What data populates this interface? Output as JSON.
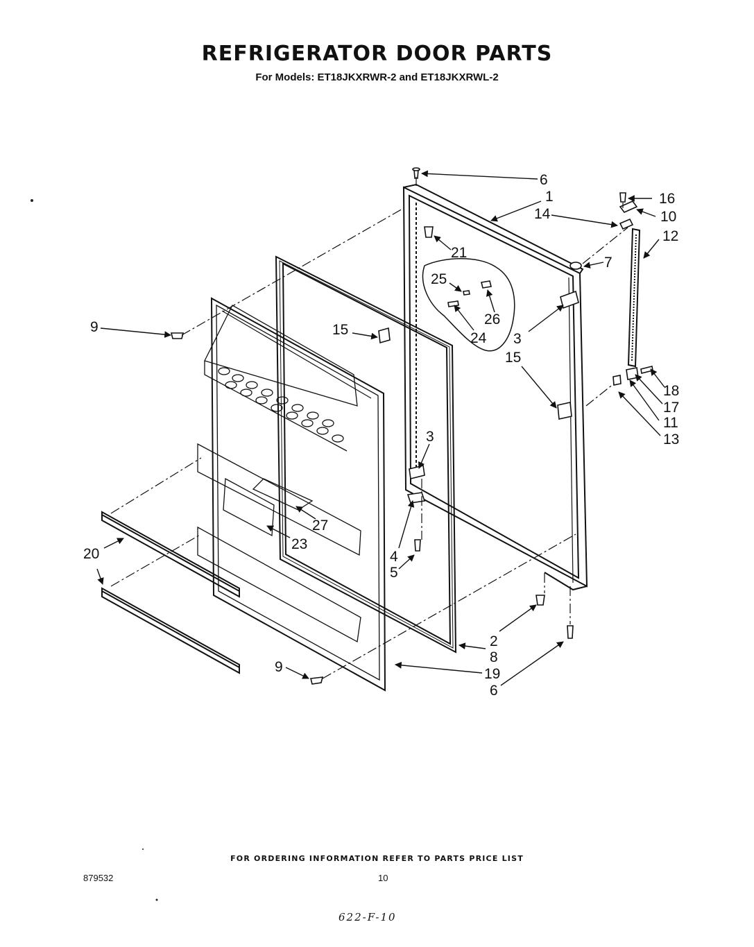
{
  "header": {
    "title": "REFRIGERATOR DOOR PARTS",
    "subtitle": "For Models: ET18JKXRWR-2 and ET18JKXRWL-2"
  },
  "callouts": [
    {
      "id": "c6a",
      "text": "6"
    },
    {
      "id": "c1",
      "text": "1"
    },
    {
      "id": "c14",
      "text": "14"
    },
    {
      "id": "c16",
      "text": "16"
    },
    {
      "id": "c10",
      "text": "10"
    },
    {
      "id": "c12",
      "text": "12"
    },
    {
      "id": "c21",
      "text": "21"
    },
    {
      "id": "c7",
      "text": "7"
    },
    {
      "id": "c25",
      "text": "25"
    },
    {
      "id": "c26",
      "text": "26"
    },
    {
      "id": "c24",
      "text": "24"
    },
    {
      "id": "c3a",
      "text": "3"
    },
    {
      "id": "c9a",
      "text": "9"
    },
    {
      "id": "c15a",
      "text": "15"
    },
    {
      "id": "c15b",
      "text": "15"
    },
    {
      "id": "c18",
      "text": "18"
    },
    {
      "id": "c17",
      "text": "17"
    },
    {
      "id": "c11",
      "text": "11"
    },
    {
      "id": "c13",
      "text": "13"
    },
    {
      "id": "c3b",
      "text": "3"
    },
    {
      "id": "c27",
      "text": "27"
    },
    {
      "id": "c23",
      "text": "23"
    },
    {
      "id": "c4",
      "text": "4"
    },
    {
      "id": "c5",
      "text": "5"
    },
    {
      "id": "c20",
      "text": "20"
    },
    {
      "id": "c2",
      "text": "2"
    },
    {
      "id": "c8",
      "text": "8"
    },
    {
      "id": "c9b",
      "text": "9"
    },
    {
      "id": "c19",
      "text": "19"
    },
    {
      "id": "c6b",
      "text": "6"
    }
  ],
  "footer": {
    "ordering_note": "FOR ORDERING INFORMATION REFER TO PARTS PRICE LIST",
    "document_number": "879532",
    "page_number": "10",
    "handwritten_code": "622-F-10"
  }
}
